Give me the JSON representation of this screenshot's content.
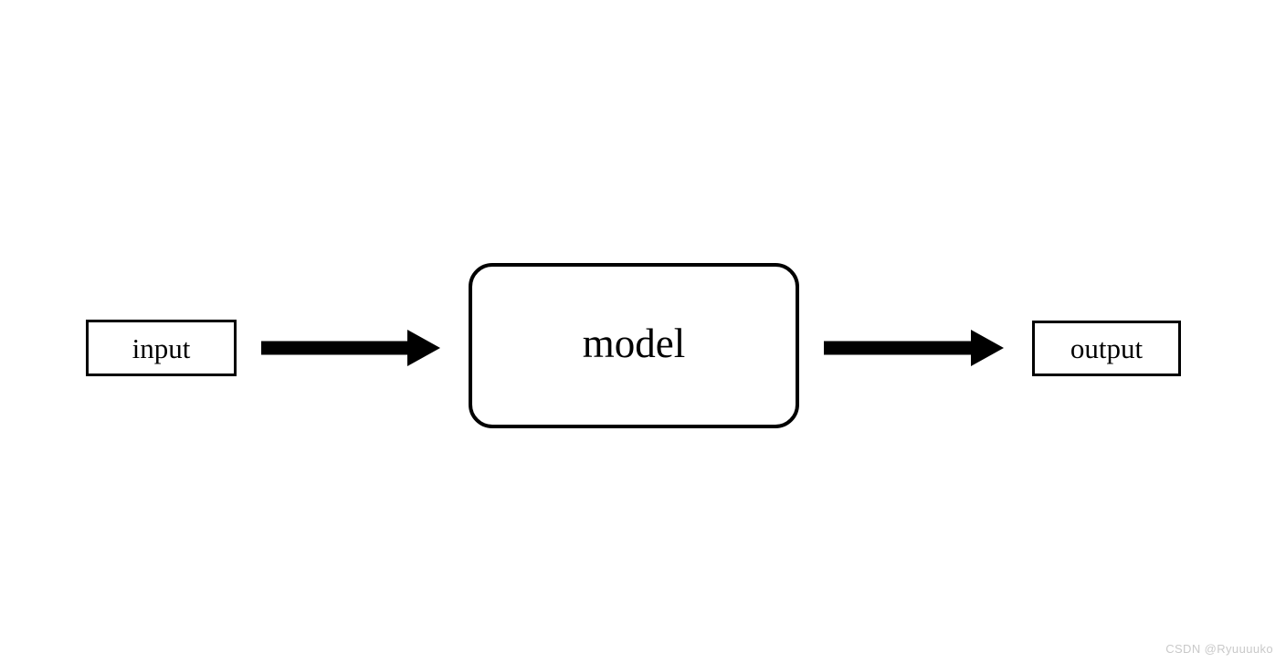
{
  "diagram": {
    "type": "flowchart",
    "orientation": "left-to-right",
    "background_color": "#ffffff",
    "stroke_color": "#000000",
    "nodes": [
      {
        "id": "input",
        "label": "input",
        "shape": "rectangle"
      },
      {
        "id": "model",
        "label": "model",
        "shape": "rounded-rectangle"
      },
      {
        "id": "output",
        "label": "output",
        "shape": "rectangle"
      }
    ],
    "edges": [
      {
        "id": "input-to-model",
        "from": "input",
        "to": "model",
        "style": "solid-thick-arrow",
        "label": ""
      },
      {
        "id": "model-to-output",
        "from": "model",
        "to": "output",
        "style": "solid-thick-arrow",
        "label": ""
      }
    ]
  },
  "watermark": {
    "text": "CSDN @Ryuuuuko",
    "color": "#c9c9c9"
  }
}
